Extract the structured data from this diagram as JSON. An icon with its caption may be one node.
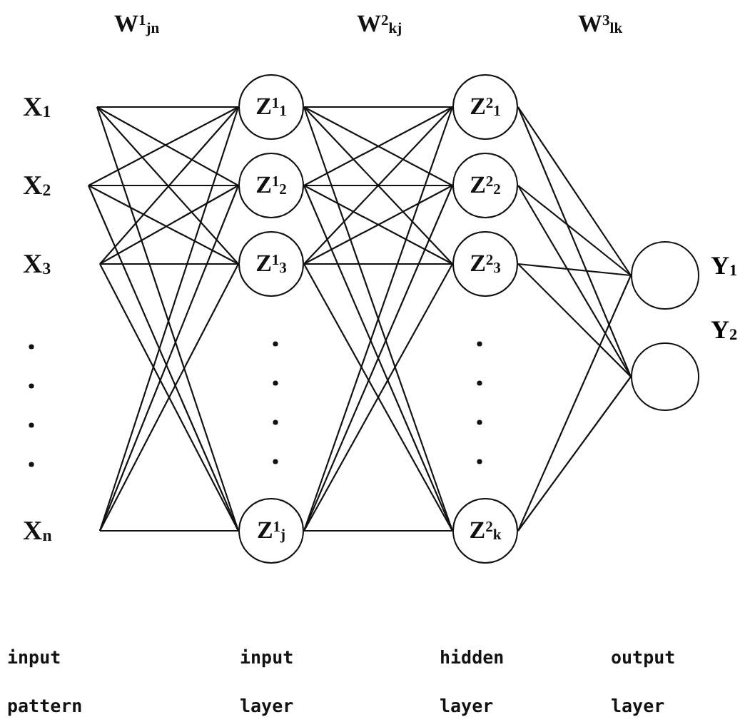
{
  "diagram": {
    "nodes": [
      {
        "text": [
          "X$_{1}$"
        ]
      },
      {
        "text": [
          "X$_{2}$"
        ]
      },
      {
        "text": [
          "X$_{3}$"
        ]
      },
      {
        "text": [
          "X$_{n}$"
        ]
      },
      {
        "text": [
          "Z$^{1}$$_{1}$"
        ]
      },
      {
        "text": [
          "Z$^{1}$$_{2}$"
        ]
      },
      {
        "text": [
          "Z$^{1}$$_{3}$"
        ]
      },
      {
        "text": [
          "Z$^{1}$$_{j}$"
        ]
      },
      {
        "text": [
          "Z$^{2}$$_{1}$"
        ]
      },
      {
        "text": [
          "Z$^{2}$$_{2}$"
        ]
      },
      {
        "text": [
          "Z$^{2}$$_{3}$"
        ]
      },
      {
        "text": [
          "Z$^{2}$$_{k}$"
        ]
      },
      {
        "text": [],
        "shape": "circle",
        "beside": [
          "Y$_{1}$"
        ]
      },
      {
        "text": [],
        "shape": "circle",
        "beside": [
          "Y$_{2}$"
        ]
      }
    ],
    "edges": [
      {
        "from": 0,
        "to": 4,
        "arrow": "none"
      },
      {
        "from": 0,
        "to": 5,
        "arrow": "none"
      },
      {
        "from": 0,
        "to": 6,
        "arrow": "none"
      },
      {
        "from": 0,
        "to": 7,
        "arrow": "none"
      },
      {
        "from": 1,
        "to": 4,
        "arrow": "none"
      },
      {
        "from": 1,
        "to": 5,
        "arrow": "none"
      },
      {
        "from": 1,
        "to": 6,
        "arrow": "none"
      },
      {
        "from": 1,
        "to": 7,
        "arrow": "none"
      },
      {
        "from": 2,
        "to": 4,
        "arrow": "none"
      },
      {
        "from": 2,
        "to": 5,
        "arrow": "none"
      },
      {
        "from": 2,
        "to": 6,
        "arrow": "none"
      },
      {
        "from": 2,
        "to": 7,
        "arrow": "none"
      },
      {
        "from": 3,
        "to": 4,
        "arrow": "none"
      },
      {
        "from": 3,
        "to": 5,
        "arrow": "none"
      },
      {
        "from": 3,
        "to": 6,
        "arrow": "none"
      },
      {
        "from": 3,
        "to": 7,
        "arrow": "none"
      },
      {
        "from": 4,
        "to": 8,
        "arrow": "none"
      },
      {
        "from": 4,
        "to": 9,
        "arrow": "none"
      },
      {
        "from": 4,
        "to": 10,
        "arrow": "none"
      },
      {
        "from": 4,
        "to": 11,
        "arrow": "none"
      },
      {
        "from": 5,
        "to": 8,
        "arrow": "none"
      },
      {
        "from": 5,
        "to": 9,
        "arrow": "none"
      },
      {
        "from": 5,
        "to": 10,
        "arrow": "none"
      },
      {
        "from": 5,
        "to": 11,
        "arrow": "none"
      },
      {
        "from": 6,
        "to": 8,
        "arrow": "none"
      },
      {
        "from": 6,
        "to": 9,
        "arrow": "none"
      },
      {
        "from": 6,
        "to": 10,
        "arrow": "none"
      },
      {
        "from": 6,
        "to": 11,
        "arrow": "none"
      },
      {
        "from": 7,
        "to": 8,
        "arrow": "none"
      },
      {
        "from": 7,
        "to": 9,
        "arrow": "none"
      },
      {
        "from": 7,
        "to": 10,
        "arrow": "none"
      },
      {
        "from": 7,
        "to": 11,
        "arrow": "none"
      },
      {
        "from": 8,
        "to": 12,
        "arrow": "none"
      },
      {
        "from": 8,
        "to": 13,
        "arrow": "none"
      },
      {
        "from": 9,
        "to": 12,
        "arrow": "none"
      },
      {
        "from": 9,
        "to": 13,
        "arrow": "none"
      },
      {
        "from": 10,
        "to": 12,
        "arrow": "none"
      },
      {
        "from": 10,
        "to": 13,
        "arrow": "none"
      },
      {
        "from": 11,
        "to": 12,
        "arrow": "none"
      },
      {
        "from": 11,
        "to": 13,
        "arrow": "none"
      }
    ],
    "labels": [
      "W$^{1}$$_{jn}$",
      "W$^{2}$$_{kj}$",
      "W$^{3}$$_{lk}$",
      "input pattern",
      "input layer",
      "hidden layer",
      "output layer"
    ]
  }
}
